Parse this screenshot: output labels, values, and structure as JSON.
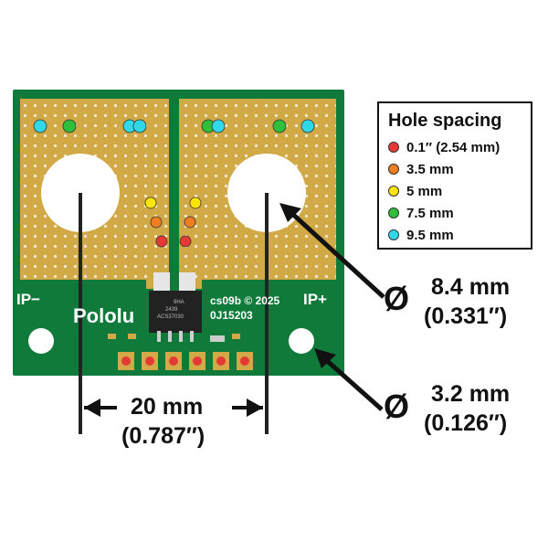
{
  "legend": {
    "title": "Hole spacing",
    "items": [
      {
        "label": "0.1″ (2.54 mm)",
        "color": "#e53935"
      },
      {
        "label": "3.5 mm",
        "color": "#ef7d22"
      },
      {
        "label": "5 mm",
        "color": "#ffe600"
      },
      {
        "label": "7.5 mm",
        "color": "#2fbf3a"
      },
      {
        "label": "9.5 mm",
        "color": "#30d8e8"
      }
    ]
  },
  "board": {
    "brand": "Pololu",
    "label_left": "IP−",
    "label_right": "IP+",
    "board_id": "cs09b © 2025",
    "part_code": "0J15203",
    "chip_line1": "ACS37030",
    "chip_line2": "2439",
    "chip_line3": "9HA",
    "pcb_color": "#0f7a3a",
    "copper_color": "#d1a946"
  },
  "dimensions": {
    "large_hole_symbol": "Ø",
    "large_hole_mm": "8.4 mm",
    "large_hole_in": "(0.331″)",
    "small_hole_symbol": "Ø",
    "small_hole_mm": "3.2 mm",
    "small_hole_in": "(0.126″)",
    "spacing_mm": "20 mm",
    "spacing_in": "(0.787″)"
  }
}
